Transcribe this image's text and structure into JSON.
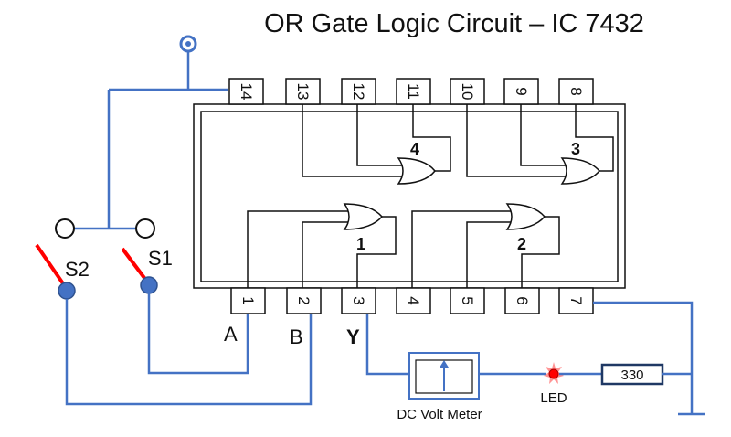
{
  "title": "OR Gate Logic Circuit – IC 7432",
  "ic": {
    "top_pins": [
      "14",
      "13",
      "12",
      "11",
      "10",
      "9",
      "8"
    ],
    "bottom_pins": [
      "1",
      "2",
      "3",
      "4",
      "5",
      "6",
      "7"
    ],
    "gate_numbers": [
      "1",
      "2",
      "3",
      "4"
    ]
  },
  "switches": {
    "s1": "S1",
    "s2": "S2"
  },
  "signals": {
    "a": "A",
    "b": "B",
    "y": "Y"
  },
  "meter_label": "DC Volt Meter",
  "led_label": "LED",
  "resistor_value": "330",
  "colors": {
    "wire": "#4472c4",
    "switch_lever": "#ff0000",
    "terminal": "#4472c4",
    "led": "#ff0000"
  }
}
